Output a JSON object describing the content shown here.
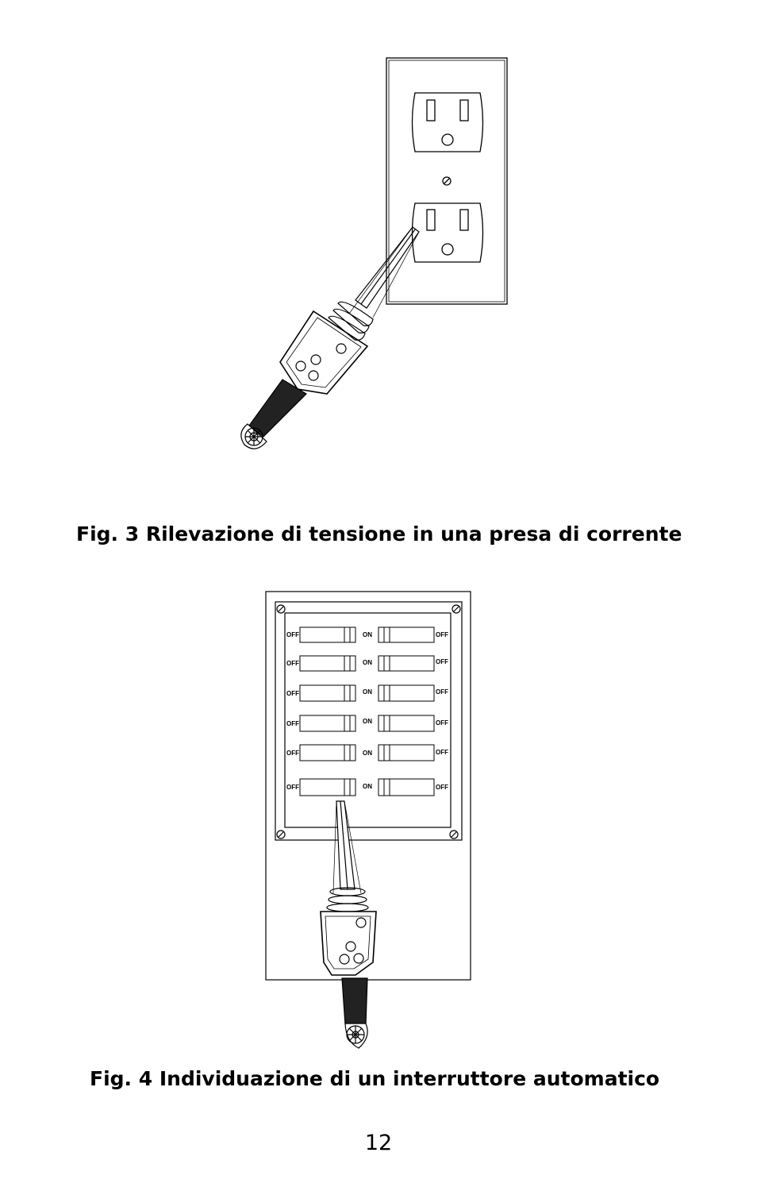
{
  "figure3": {
    "caption": "Fig. 3 Rilevazione di tensione in una presa di corrente"
  },
  "figure4": {
    "caption": "Fig. 4 Individuazione di un interruttore automatico",
    "breaker_rows": [
      {
        "left_off": "OFF",
        "on": "ON",
        "right_off": "OFF"
      },
      {
        "left_off": "OFF",
        "on": "ON",
        "right_off": "OFF"
      },
      {
        "left_off": "OFF",
        "on": "ON",
        "right_off": "OFF"
      },
      {
        "left_off": "OFF",
        "on": "ON",
        "right_off": "OFF"
      },
      {
        "left_off": "OFF",
        "on": "ON",
        "right_off": "OFF"
      },
      {
        "left_off": "OFF",
        "on": "ON",
        "right_off": "OFF"
      }
    ]
  },
  "page_number": "12"
}
